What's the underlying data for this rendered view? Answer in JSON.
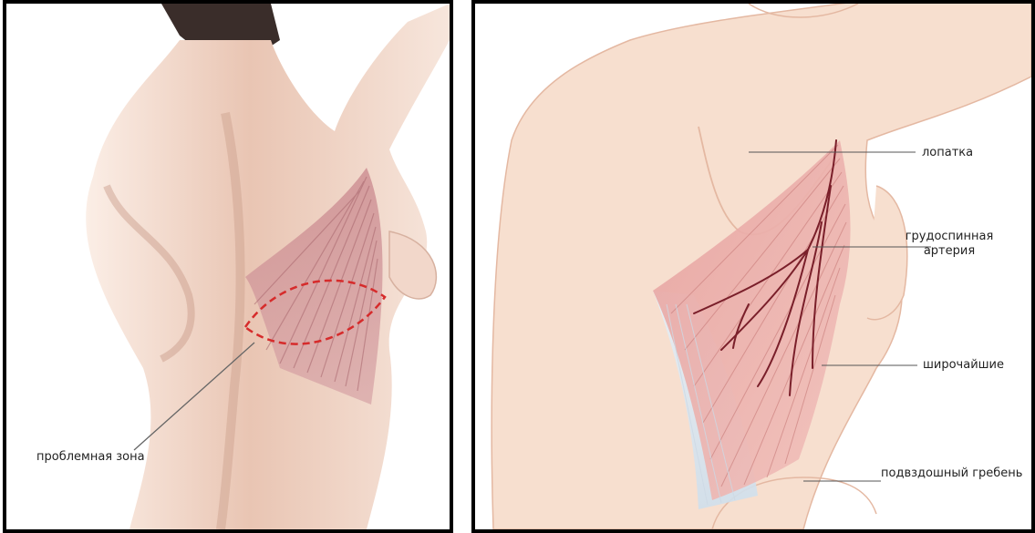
{
  "left_panel": {
    "labels": {
      "problem_zone": "проблемная зона"
    }
  },
  "right_panel": {
    "labels": {
      "scapula": "лопатка",
      "thoracodorsal_artery_line1": "грудоспинная",
      "thoracodorsal_artery_line2": "артерия",
      "latissimus": "широчайшие",
      "iliac_crest": "подвздошный гребень"
    }
  },
  "colors": {
    "skin_light": "#f6e2d6",
    "skin_shade": "#c89a88",
    "muscle": "#d98d8a",
    "artery": "#7a1f2a",
    "problem_outline": "#d62b2b"
  }
}
